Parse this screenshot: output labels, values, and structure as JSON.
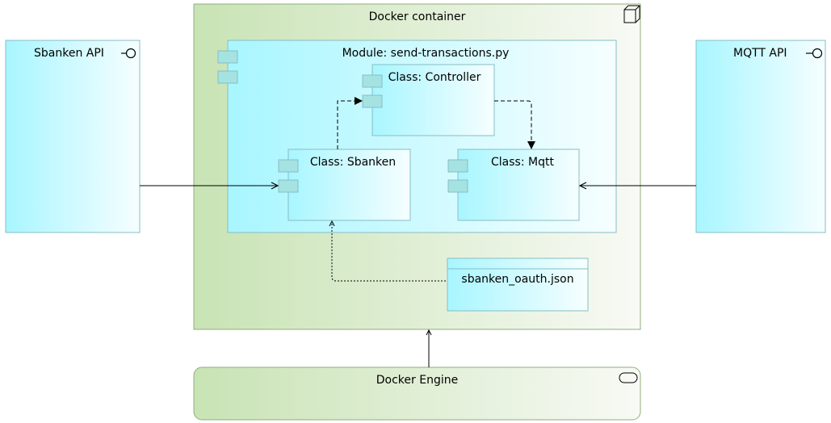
{
  "nodes": {
    "sbanken_api": {
      "label": "Sbanken API",
      "icon": "interface-icon"
    },
    "mqtt_api": {
      "label": "MQTT API",
      "icon": "interface-icon"
    },
    "docker_container": {
      "label": "Docker container",
      "icon": "node-cube-icon"
    },
    "module": {
      "label": "Module: send-transactions.py",
      "icon": "component-icon"
    },
    "controller": {
      "label": "Class: Controller",
      "icon": "component-icon"
    },
    "sbanken_class": {
      "label": "Class: Sbanken",
      "icon": "component-icon"
    },
    "mqtt_class": {
      "label": "Class: Mqtt",
      "icon": "component-icon"
    },
    "oauth_file": {
      "label": "sbanken_oauth.json",
      "icon": "artifact-icon"
    },
    "docker_engine": {
      "label": "Docker Engine",
      "icon": "system-software-icon"
    }
  },
  "colors": {
    "cyan_fill": "#aef7ff",
    "cyan_border": "#86bdc4",
    "green_fill": "#c9e3b6",
    "green_border": "#8fae7e",
    "port_fill": "#a5e2e2",
    "line": "#000000"
  }
}
